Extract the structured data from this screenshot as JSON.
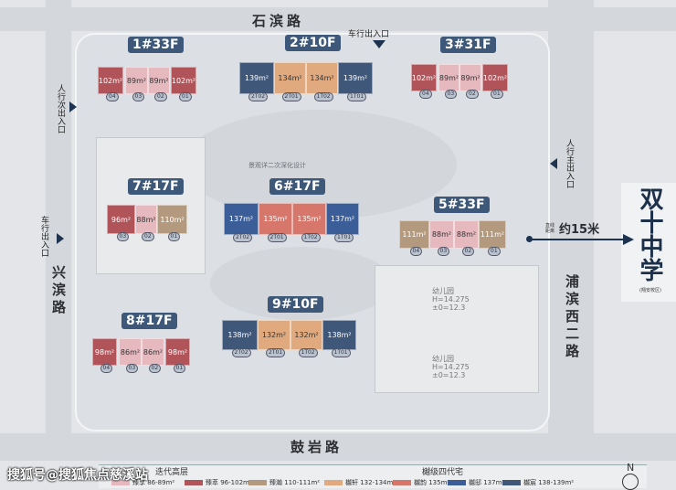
{
  "roads": {
    "north": "石滨路",
    "west": "兴滨路",
    "south": "鼓岩路",
    "east": "浦滨西二路"
  },
  "entrances": {
    "top_vehicle": "车行出入口",
    "left_ped": "人行次出入口",
    "left_vehicle": "车行出入口",
    "right_ped": "人行主出入口"
  },
  "school": {
    "name": "双十中学",
    "sub": "(翔安校区)",
    "distance_label": "直线距离",
    "distance": "约15米"
  },
  "kindergarten": [
    {
      "name": "幼儿园",
      "h": "H=14.275",
      "z": "±0=12.3"
    },
    {
      "name": "幼儿园",
      "h": "H=14.275",
      "z": "±0=12.3"
    }
  ],
  "note": "景观详二次深化设计",
  "buildings": [
    {
      "label": "1#33F",
      "units": [
        {
          "area": "102m²",
          "c": "#b0545a",
          "tag": "04"
        },
        {
          "area": "89m²",
          "c": "#e6b9bf",
          "tag": "03",
          "dark": true
        },
        {
          "area": "89m²",
          "c": "#e6b9bf",
          "tag": "02",
          "dark": true
        },
        {
          "area": "102m²",
          "c": "#b0545a",
          "tag": "01"
        }
      ]
    },
    {
      "label": "2#10F",
      "units": [
        {
          "area": "139m²",
          "c": "#3f5778",
          "tag": "2T02"
        },
        {
          "area": "134m²",
          "c": "#e0aa7e",
          "tag": "2T01",
          "dark": true
        },
        {
          "area": "134m²",
          "c": "#e0aa7e",
          "tag": "1T02",
          "dark": true
        },
        {
          "area": "139m²",
          "c": "#3f5778",
          "tag": "1T01"
        }
      ]
    },
    {
      "label": "3#31F",
      "units": [
        {
          "area": "102m²",
          "c": "#b0545a",
          "tag": "04"
        },
        {
          "area": "89m²",
          "c": "#e6b9bf",
          "tag": "03",
          "dark": true
        },
        {
          "area": "89m²",
          "c": "#e6b9bf",
          "tag": "02",
          "dark": true
        },
        {
          "area": "102m²",
          "c": "#b0545a",
          "tag": "01"
        }
      ]
    },
    {
      "label": "7#17F",
      "units": [
        {
          "area": "96m²",
          "c": "#b0545a",
          "tag": "03"
        },
        {
          "area": "88m²",
          "c": "#e6b9bf",
          "tag": "02",
          "dark": true
        },
        {
          "area": "110m²",
          "c": "#b39a7e",
          "tag": "01"
        }
      ]
    },
    {
      "label": "6#17F",
      "units": [
        {
          "area": "137m²",
          "c": "#3c5e98",
          "tag": "2T02"
        },
        {
          "area": "135m²",
          "c": "#d7766a",
          "tag": "2T01"
        },
        {
          "area": "135m²",
          "c": "#d7766a",
          "tag": "1T02"
        },
        {
          "area": "137m²",
          "c": "#3c5e98",
          "tag": "1T01"
        }
      ]
    },
    {
      "label": "5#33F",
      "units": [
        {
          "area": "111m²",
          "c": "#b39a7e",
          "tag": "04"
        },
        {
          "area": "88m²",
          "c": "#e6b9bf",
          "tag": "03",
          "dark": true
        },
        {
          "area": "88m²",
          "c": "#e6b9bf",
          "tag": "02",
          "dark": true
        },
        {
          "area": "111m²",
          "c": "#b39a7e",
          "tag": "01"
        }
      ]
    },
    {
      "label": "8#17F",
      "units": [
        {
          "area": "98m²",
          "c": "#b0545a",
          "tag": "04"
        },
        {
          "area": "86m²",
          "c": "#e6b9bf",
          "tag": "03",
          "dark": true
        },
        {
          "area": "86m²",
          "c": "#e6b9bf",
          "tag": "02",
          "dark": true
        },
        {
          "area": "98m²",
          "c": "#b0545a",
          "tag": "01"
        }
      ]
    },
    {
      "label": "9#10F",
      "units": [
        {
          "area": "138m²",
          "c": "#3f5778",
          "tag": "2T02"
        },
        {
          "area": "132m²",
          "c": "#e0aa7e",
          "tag": "2T01",
          "dark": true
        },
        {
          "area": "132m²",
          "c": "#e0aa7e",
          "tag": "1T02",
          "dark": true
        },
        {
          "area": "138m²",
          "c": "#3f5778",
          "tag": "1T01"
        }
      ]
    }
  ],
  "legend": {
    "group1": "迭代高层",
    "group2": "樾级四代宅",
    "items": [
      {
        "name": "臻享 86-89m²",
        "c": "#e6b9bf"
      },
      {
        "name": "臻萃 96-102m²",
        "c": "#b0545a"
      },
      {
        "name": "臻瀚 110-111m²",
        "c": "#b39a7e"
      },
      {
        "name": "樾轩 132-134m²",
        "c": "#e0aa7e"
      },
      {
        "name": "樾韵 135m²",
        "c": "#d7766a"
      },
      {
        "name": "樾邸 137m²",
        "c": "#3c5e98"
      },
      {
        "name": "樾宸 138-139m²",
        "c": "#3f5778"
      }
    ]
  },
  "compass": "N",
  "watermark": "搜狐号@搜狐焦点慈溪站"
}
